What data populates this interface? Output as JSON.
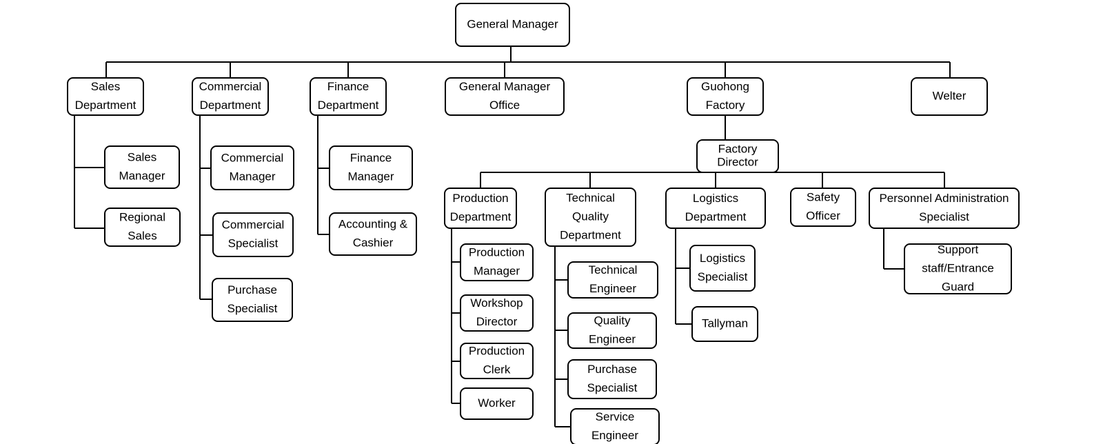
{
  "nodes": {
    "gm": "General Manager",
    "sales_dept": "Sales\nDepartment",
    "commercial_dept": "Commercial\nDepartment",
    "finance_dept": "Finance\nDepartment",
    "gm_office": "General Manager\nOffice",
    "guohong_factory": "Guohong\nFactory",
    "welter": "Welter",
    "sales_manager": "Sales\nManager",
    "regional_sales": "Regional\nSales",
    "commercial_manager": "Commercial\nManager",
    "commercial_specialist": "Commercial\nSpecialist",
    "purchase_specialist_1": "Purchase\nSpecialist",
    "finance_manager": "Finance\nManager",
    "accounting_cashier": "Accounting &\nCashier",
    "factory_director": "Factory\nDirector",
    "production_dept": "Production\nDepartment",
    "tech_quality_dept": "Technical\nQuality\nDepartment",
    "logistics_dept": "Logistics\nDepartment",
    "safety_officer": "Safety\nOfficer",
    "personnel_admin": "Personnel Administration\nSpecialist",
    "production_manager": "Production\nManager",
    "workshop_director": "Workshop\nDirector",
    "production_clerk": "Production\nClerk",
    "worker": "Worker",
    "technical_engineer": "Technical\nEngineer",
    "quality_engineer": "Quality\nEngineer",
    "purchase_specialist_2": "Purchase\nSpecialist",
    "service_engineer": "Service\nEngineer",
    "logistics_specialist": "Logistics\nSpecialist",
    "tallyman": "Tallyman",
    "support_staff": "Support\nstaff/Entrance\nGuard"
  }
}
